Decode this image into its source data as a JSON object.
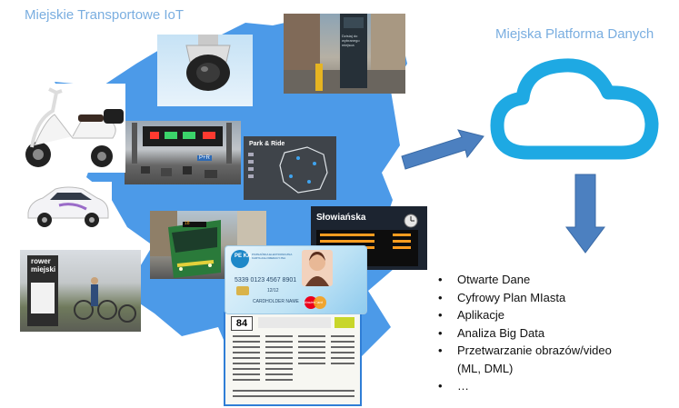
{
  "left_title": "Miejskie Transportowe IoT",
  "right_title": "Miejska Platforma Danych",
  "photos": {
    "bike_sign_caption": "Dzisiaj do wybranego miejsca",
    "park_ride_title": "Park & Ride",
    "board_station": "Słowiańska",
    "bike_station_text": "rower miejski",
    "card_number": "5339 0123 4567 8901",
    "card_valid": "12/12",
    "card_holder": "CARDHOLDER NAME",
    "card_brand": "MasterCard",
    "card_issuer_code": "PE KA",
    "card_issuer_text": "POZNAŃSKA ELEKTRONICZNA KARTA AGLOMERACYJNA",
    "timetable_line": "84",
    "tram_number": "18",
    "highway_sign": "P+R"
  },
  "bullets": [
    "Otwarte Dane",
    "Cyfrowy Plan MIasta",
    "Aplikacje",
    "Analiza Big Data",
    "Przetwarzanie obrazów/video",
    "(ML, DML)",
    "…"
  ],
  "colors": {
    "map_blue": "#4c9ae8",
    "cloud_blue": "#1ea9e3",
    "arrow_blue": "#4c80c0",
    "title_blue": "#7aaee0"
  },
  "icons": [
    "cloud-icon",
    "arrow-right-icon",
    "arrow-down-icon"
  ]
}
